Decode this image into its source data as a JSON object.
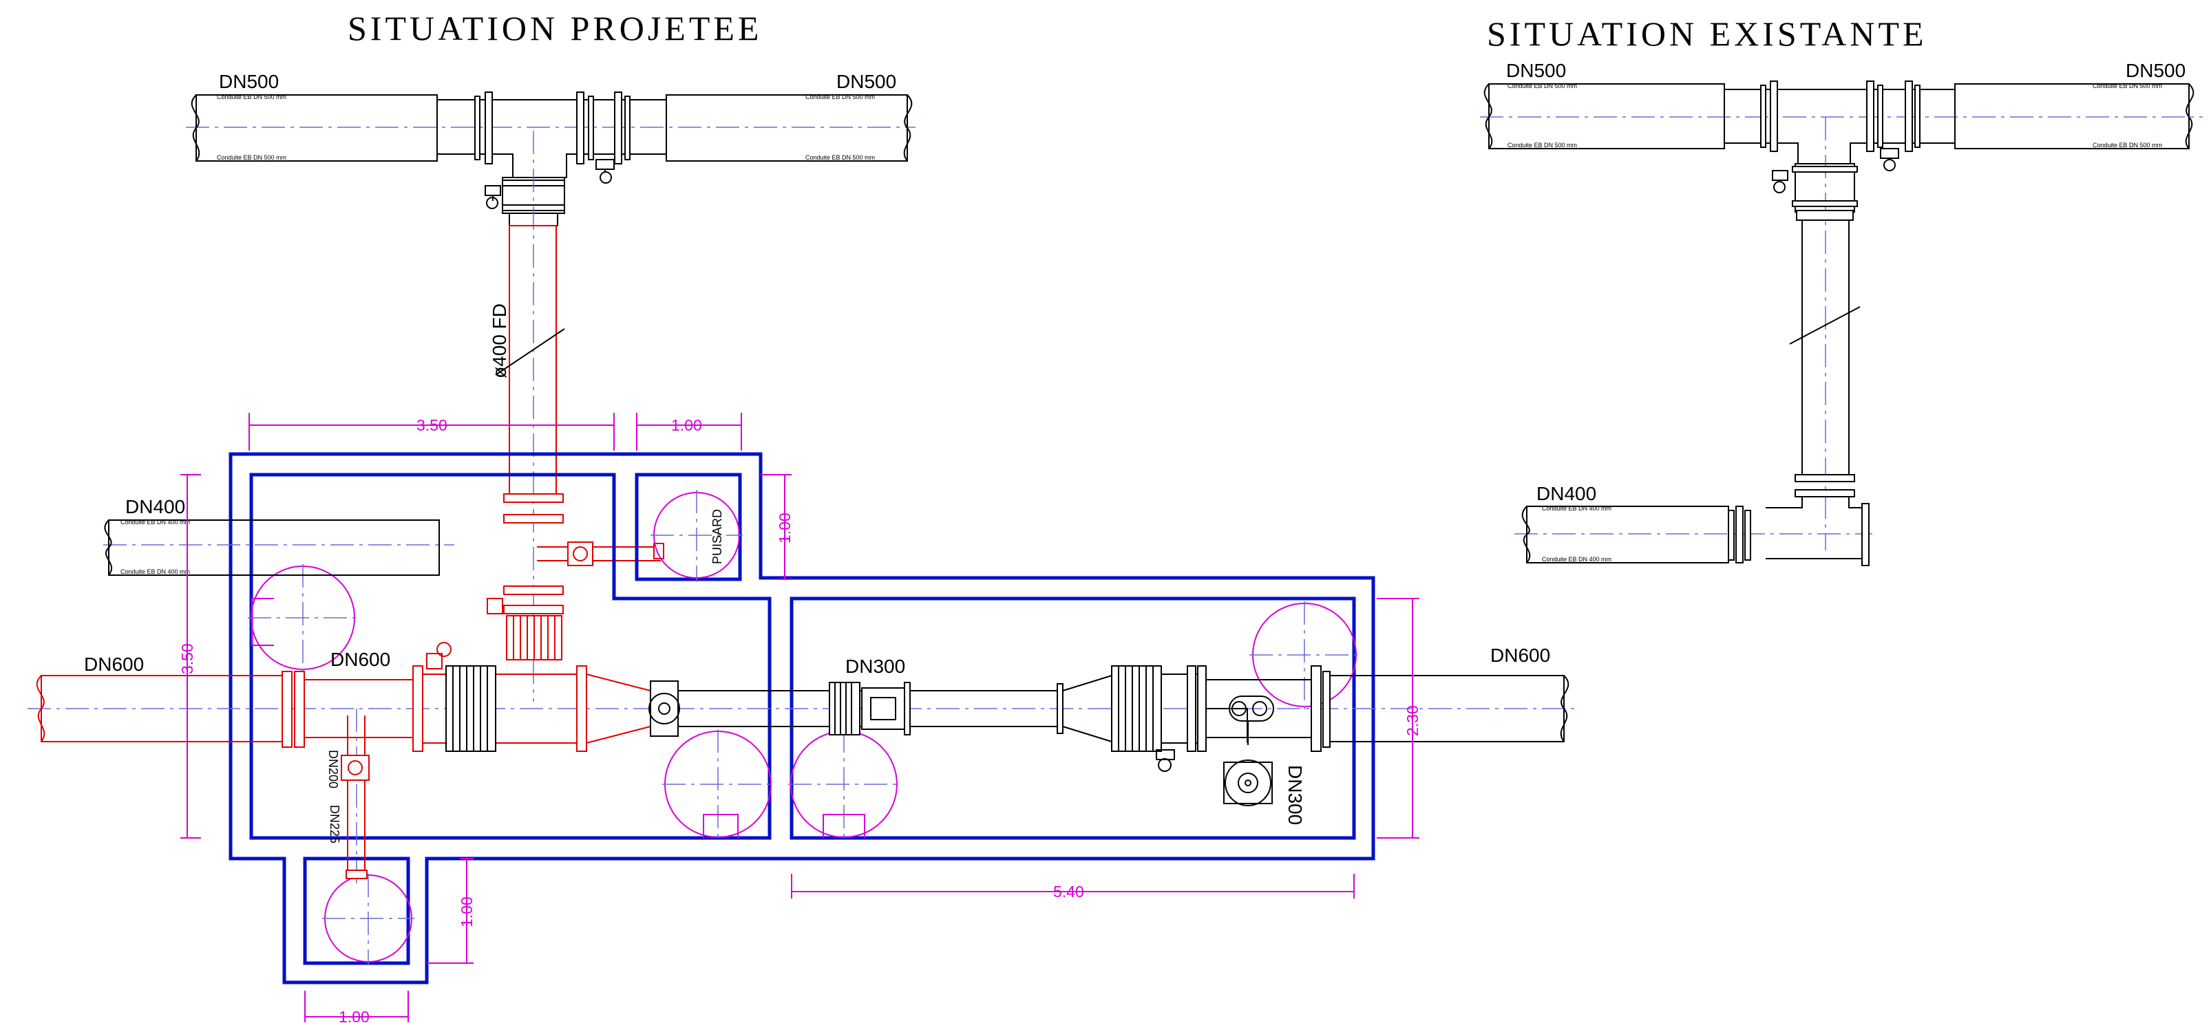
{
  "titles": {
    "projected": "SITUATION  PROJETEE",
    "existing": "SITUATION  EXISTANTE"
  },
  "pipe_labels": {
    "proj_dn500_left": "DN500",
    "proj_dn500_right": "DN500",
    "exist_dn500_left": "DN500",
    "exist_dn500_right": "DN500",
    "dn400_left": "DN400",
    "exist_dn400": "DN400",
    "dn600_left": "DN600",
    "dn600_inner": "DN600",
    "dn600_right": "DN600",
    "dn300_top": "DN300",
    "dn300_vertical": "DN300",
    "dn200": "DN200",
    "dn225": "DN225",
    "riser_fd": "ø400 FD",
    "pit_label": "PUISARD"
  },
  "pipe_captions": {
    "dn500": "Conduite EB DN 500 mm",
    "dn400": "Conduite EB DN 400 mm"
  },
  "dimensions": {
    "top_left_width": "3.50",
    "top_right_width": "1.00",
    "left_height": "3.50",
    "small_pit_height": "1.00",
    "right_height": "2.30",
    "bottom_width": "5.40",
    "bottom_pit_height": "1.00",
    "bottom_pit_width": "1.00"
  },
  "colors": {
    "existing_pipes": "#000000",
    "new_pipes": "#e00000",
    "chamber_walls": "#0010c8",
    "dimensions_and_manholes": "#d800d8",
    "axis_lines": "#6a6ad8"
  },
  "icons": [
    "gate-valve-icon",
    "butterfly-valve-icon",
    "flow-meter-icon",
    "dismantling-joint-icon",
    "manhole-icon",
    "ladder-icon"
  ]
}
